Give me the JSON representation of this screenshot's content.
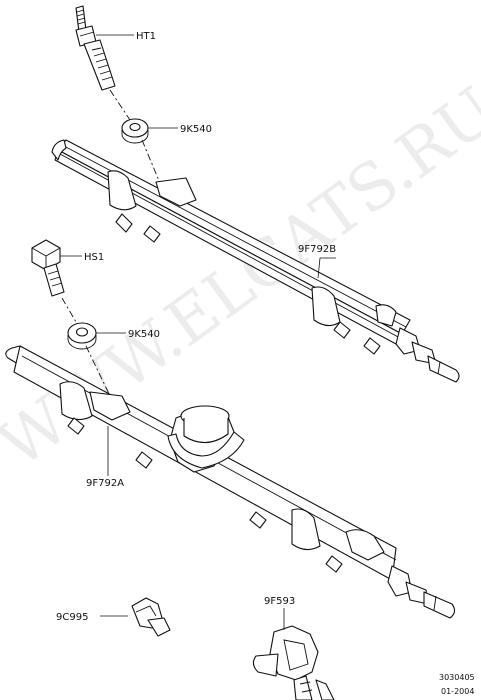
{
  "watermark": "WWW.ELCATS.RU",
  "callouts": {
    "ht1": "HT1",
    "washer_top": "9K540",
    "rail_b": "9F792B",
    "hs1": "HS1",
    "washer_bottom": "9K540",
    "rail_a": "9F792A",
    "clip": "9C995",
    "connector": "9F593"
  },
  "footer": {
    "drawing_number": "3030405",
    "date_code": "01-2004"
  }
}
